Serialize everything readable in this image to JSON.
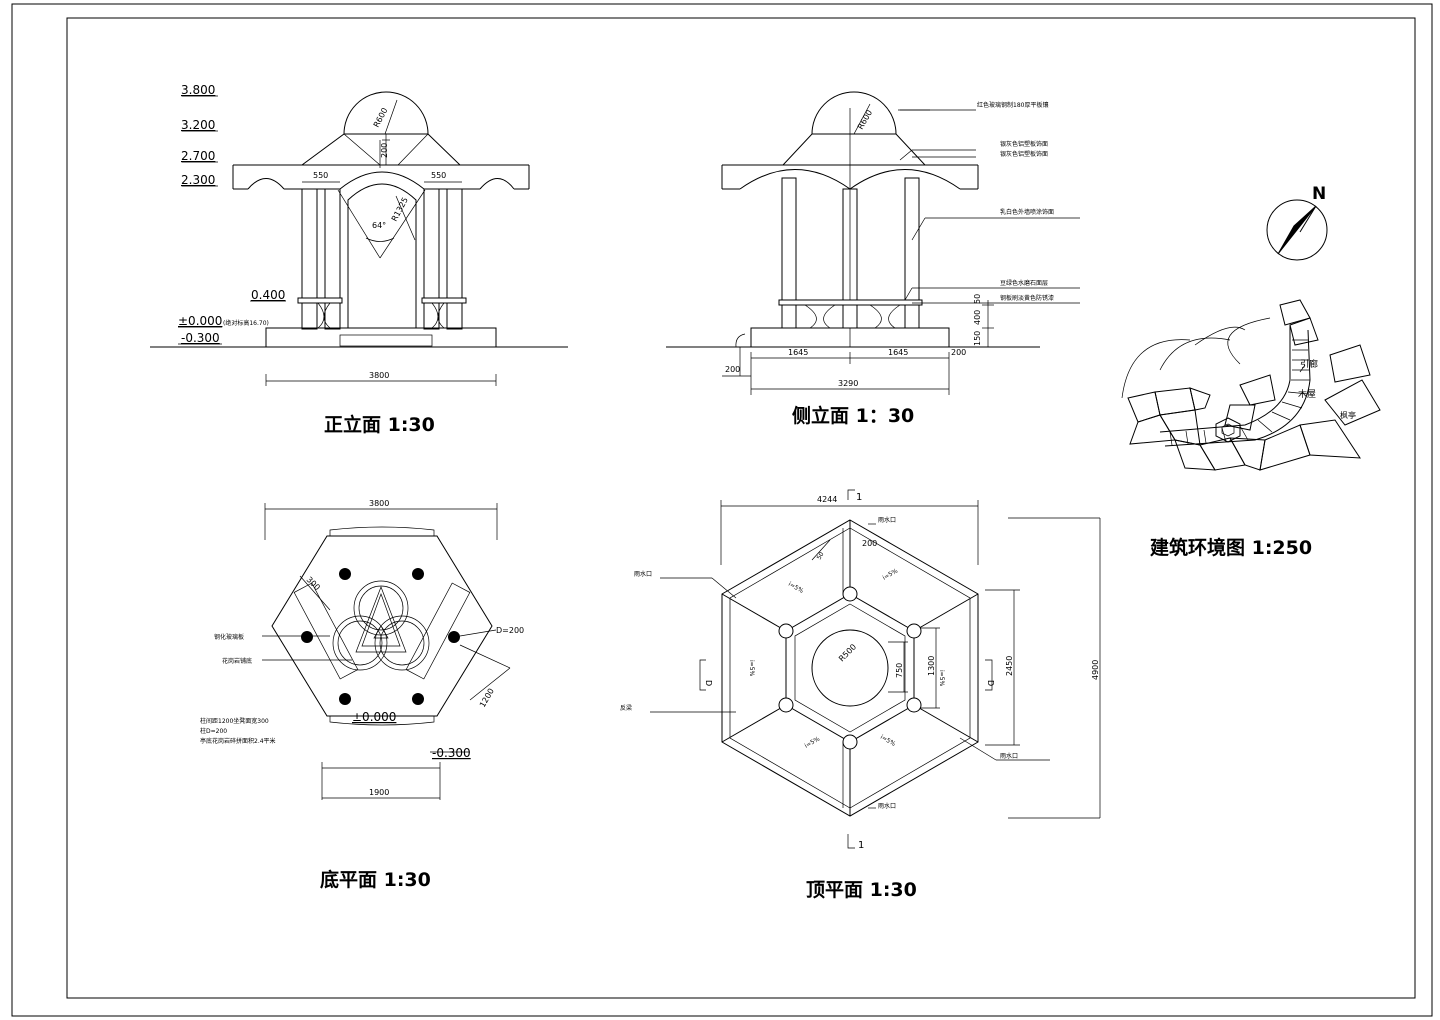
{
  "front": {
    "title": "正立面 1:30",
    "levels": [
      "3.800",
      "3.200",
      "2.700",
      "2.300",
      "0.400",
      "±0.000",
      "-0.300"
    ],
    "level_note": "(绝对标高16.70)",
    "dims": {
      "r600": "R600",
      "d200": "200",
      "d550a": "550",
      "d550b": "550",
      "angle": "64°",
      "r1325": "R1325",
      "width": "3800"
    }
  },
  "side": {
    "title": "侧立面 1：30",
    "dims": {
      "r600": "R600",
      "d1645a": "1645",
      "d1645b": "1645",
      "d200a": "200",
      "d200b": "200",
      "total": "3290",
      "d50": "50",
      "d400": "400",
      "d150": "150"
    },
    "notes": [
      "红色玻璃钢制180厚平板镶",
      "银灰色铝塑板饰面",
      "银灰色铝塑板饰面",
      "乳白色外墙喷涂饰面",
      "豆绿色水磨石面层",
      "钢板刷淡黄色防锈漆"
    ]
  },
  "plan": {
    "title": "底平面 1:30",
    "dims": {
      "top": "3800",
      "d300": "300",
      "dia": "D=200",
      "d1200": "1200",
      "bottom": "1900"
    },
    "labels": [
      "钢化玻璃板",
      "花岗岩铺底"
    ],
    "notes": [
      "柱间距1200坐凳面宽300",
      "柱D=200",
      "亭底花岗岩碎拼面积2.4平米"
    ],
    "levels": [
      "±0.000",
      "-0.300"
    ]
  },
  "roof": {
    "title": "顶平面 1:30",
    "dims": {
      "top": "4244",
      "section": "1",
      "d200": "200",
      "r500": "R500",
      "d750": "750",
      "d1300": "1300",
      "d2450": "2450",
      "d4900": "4900",
      "d50": "50"
    },
    "labels": [
      "雨水口",
      "雨水口",
      "雨水口",
      "雨水口",
      "反梁"
    ],
    "slopes": [
      "i=5%",
      "i=5%",
      "i=5%",
      "i=5%",
      "i=5%",
      "i=5%"
    ],
    "section_marks": [
      "1",
      "1",
      "D",
      "D"
    ]
  },
  "site": {
    "title": "建筑环境图 1:250",
    "north": "N",
    "labels": [
      "引廊",
      "木屋",
      "枫亭"
    ]
  }
}
